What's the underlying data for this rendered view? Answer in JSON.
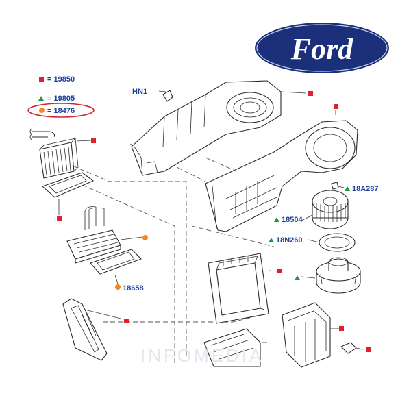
{
  "brand": {
    "logo_text": "Ford"
  },
  "legend": [
    {
      "symbol": "square",
      "color": "#e0202a",
      "code": "19850"
    },
    {
      "symbol": "triangle",
      "color": "#1e9a3a",
      "code": "19805"
    },
    {
      "symbol": "circle",
      "color": "#f08a24",
      "code": "18476",
      "highlighted": true
    }
  ],
  "labels": {
    "hn1": "HN1",
    "p18a287": "18A287",
    "p18504": "18504",
    "p18n260": "18N260",
    "p18658": "18658"
  },
  "watermark": "INFOMEDIA",
  "colors": {
    "label_blue": "#1f3f9a",
    "marker_red": "#e0202a",
    "marker_green": "#1e9a3a",
    "marker_orange": "#f08a24",
    "highlight_ring": "#d4262c",
    "logo_blue": "#1b2f7a"
  }
}
